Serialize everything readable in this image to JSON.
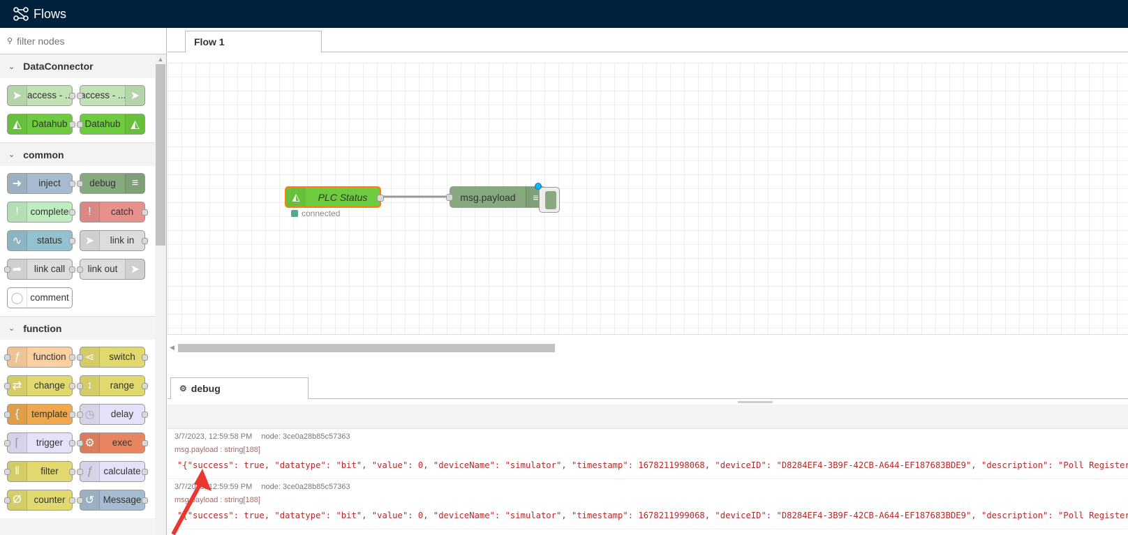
{
  "header": {
    "title": "Flows"
  },
  "palette": {
    "filter_placeholder": "filter nodes",
    "categories": [
      {
        "name": "DataConnector",
        "rows": [
          [
            "access - ...",
            "access - ..."
          ],
          [
            "Datahub",
            "Datahub"
          ]
        ]
      },
      {
        "name": "common",
        "rows": [
          [
            "inject",
            "debug"
          ],
          [
            "complete",
            "catch"
          ],
          [
            "status",
            "link in"
          ],
          [
            "link call",
            "link out"
          ],
          [
            "comment"
          ]
        ]
      },
      {
        "name": "function",
        "rows": [
          [
            "function",
            "switch"
          ],
          [
            "change",
            "range"
          ],
          [
            "template",
            "delay"
          ],
          [
            "trigger",
            "exec"
          ],
          [
            "filter",
            "calculate"
          ],
          [
            "counter",
            "Message"
          ]
        ]
      }
    ]
  },
  "workspace": {
    "tab": "Flow 1",
    "nodes": {
      "plc": {
        "label": "PLC Status",
        "status": "connected"
      },
      "debug": {
        "label": "msg.payload"
      }
    }
  },
  "debug_panel": {
    "tab": "debug",
    "messages": [
      {
        "time": "3/7/2023, 12:59:58 PM",
        "node": "node: 3ce0a28b85c57363",
        "topic": "msg.payload : string[188]",
        "payload": "\"{\"success\": true, \"datatype\": \"bit\", \"value\": 0, \"deviceName\": \"simulator\", \"timestamp\": 1678211998068, \"deviceID\": \"D8284EF4-3B9F-42CB-A644-EF187683BDE9\", \"description\": \"Poll Register\" }\""
      },
      {
        "time": "3/7/2023, 12:59:59 PM",
        "node": "node: 3ce0a28b85c57363",
        "topic": "msg.payload : string[188]",
        "payload": "\"{\"success\": true, \"datatype\": \"bit\", \"value\": 0, \"deviceName\": \"simulator\", \"timestamp\": 1678211999068, \"deviceID\": \"D8284EF4-3B9F-42CB-A644-EF187683BDE9\", \"description\": \"Poll Register\" }\""
      }
    ]
  },
  "colors": {
    "header_bg": "#00213c",
    "datahub_green": "#6ecb3f",
    "access_green": "#c0e2b5",
    "inject_blue": "#a6bbcf",
    "debug_green": "#87a980",
    "catch_red": "#e7918c",
    "function_orange": "#fdd0a2",
    "switch_yellow": "#e2d96e",
    "change_yellow": "#e2d96e",
    "template_orange": "#f0a84f",
    "delay_purple": "#e6e0f8",
    "exec_red": "#e8845f",
    "payload_red": "#b72828",
    "node_selected": "#ff7f0e"
  }
}
